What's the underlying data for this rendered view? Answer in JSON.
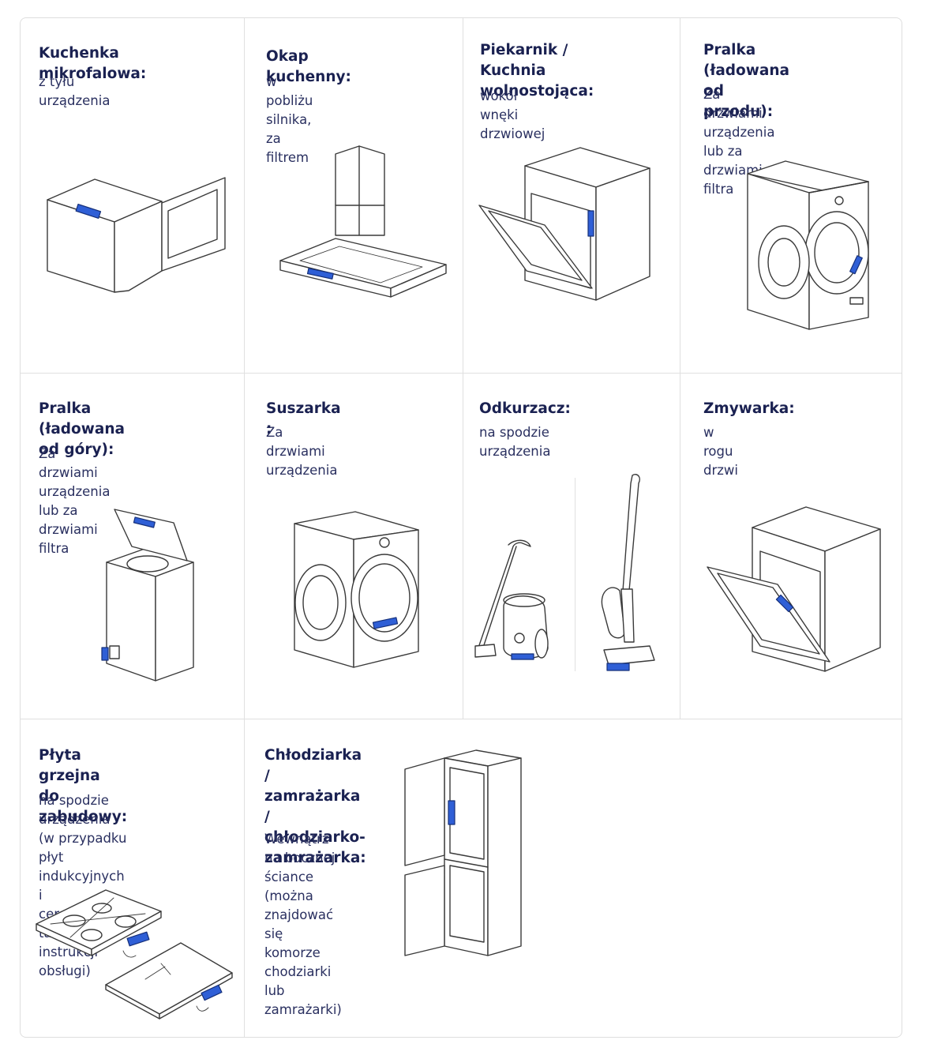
{
  "colors": {
    "title": "#1a2151",
    "text": "#2a3060",
    "label_tag": "#2f5fd6",
    "border": "#e0e0e0"
  },
  "cells": [
    {
      "title": "Kuchenka mikrofalowa:",
      "desc": "z tyłu urządzenia",
      "icon": "microwave-icon"
    },
    {
      "title": "Okap kuchenny:",
      "desc": "w pobliżu silnika, za filtrem",
      "icon": "cooker-hood-icon"
    },
    {
      "title": "Piekarnik /\nKuchnia wolnostojąca:",
      "desc": "wokół wnęki drzwiowej",
      "icon": "oven-icon"
    },
    {
      "title": "Pralka (ładowana\nod przodu):",
      "desc": "Za drzwiami urządzenia\nlub za drzwiami filtra",
      "icon": "front-loader-washer-icon"
    },
    {
      "title": "Pralka (ładowana\nod góry):",
      "desc": "Za drzwiami urządzenia\nlub za drzwiami filtra",
      "icon": "top-loader-washer-icon"
    },
    {
      "title": "Suszarka :",
      "desc": "Za drzwiami urządzenia",
      "icon": "dryer-icon"
    },
    {
      "title": "Odkurzacz:",
      "desc": "na spodzie urządzenia",
      "icon": "vacuum-cleaner-icon"
    },
    {
      "title": "Zmywarka:",
      "desc": "w rogu drzwi",
      "icon": "dishwasher-icon"
    },
    {
      "title": "Płyta grzejna\ndo zabudowy:",
      "desc": "na spodzie urządzenia\n(w przypadku płyt\nindukcyjnych i ceramicznych\ntakże w instrukcji obsługi)",
      "icon": "hob-icon"
    },
    {
      "title": "Chłodziarka /\nzamrażarka /\nchłodziarko-\nzamrażarka:",
      "desc": "Wewnątrz na bocznej\nściance (można\nznajdować się komorze\nchodziarki lub\nzamrażarki)",
      "icon": "fridge-freezer-icon"
    }
  ]
}
